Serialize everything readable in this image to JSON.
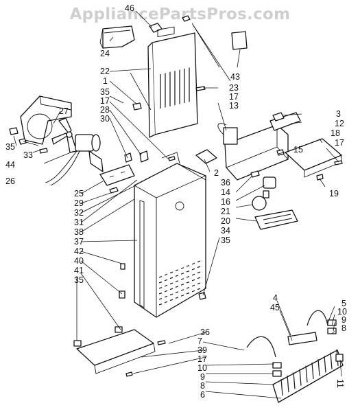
{
  "watermark": "AppliancePartsPros.com",
  "callouts": {
    "c46": "46",
    "c24": "24",
    "c22": "22",
    "c1": "1",
    "c35a": "35",
    "c17a": "17",
    "c28": "28",
    "c30": "30",
    "c43": "43",
    "c23": "23",
    "c17b": "17",
    "c13": "13",
    "c27": "27",
    "c35b": "35",
    "c33": "33",
    "c44": "44",
    "c26": "26",
    "c25": "25",
    "c29": "29",
    "c32": "32",
    "c31": "31",
    "c38": "38",
    "c37": "37",
    "c42": "42",
    "c40": "40",
    "c41": "41",
    "c35c": "35",
    "c3": "3",
    "c12": "12",
    "c18": "18",
    "c17c": "17",
    "c15": "15",
    "c2": "2",
    "c36a": "36",
    "c14": "14",
    "c16": "16",
    "c19": "19",
    "c21": "21",
    "c20": "20",
    "c34": "34",
    "c35d": "35",
    "c5": "5",
    "c10a": "10",
    "c9a": "9",
    "c8a": "8",
    "c4": "4",
    "c45": "45",
    "c36b": "36",
    "c7": "7",
    "c39": "39",
    "c17d": "17",
    "c10b": "10",
    "c9b": "9",
    "c8b": "8",
    "c6": "6",
    "c11": "11"
  }
}
